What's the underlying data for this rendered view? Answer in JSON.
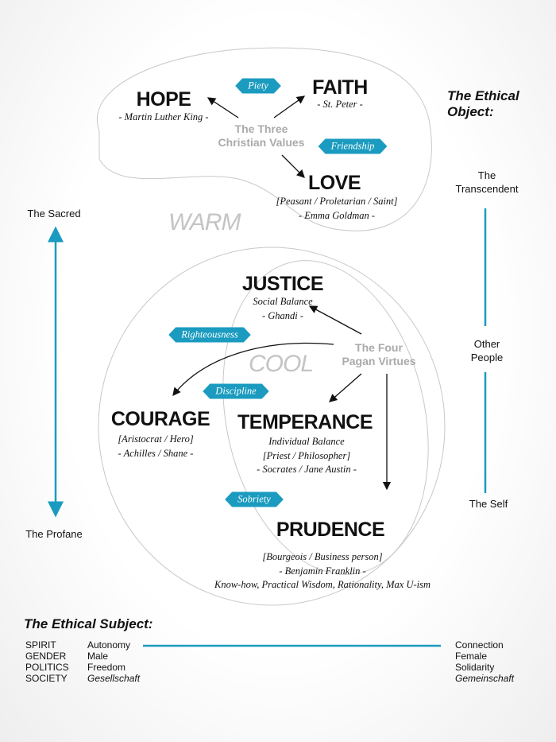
{
  "accent_color": "#1a9bbf",
  "christian": {
    "center": [
      "The Three",
      "Christian Values"
    ],
    "hope": {
      "title": "HOPE",
      "lines": [
        "- Martin Luther King -"
      ]
    },
    "faith": {
      "title": "FAITH",
      "lines": [
        "- St. Peter -"
      ]
    },
    "love": {
      "title": "LOVE",
      "lines": [
        "[Peasant / Proletarian / Saint]",
        "- Emma Goldman -"
      ]
    },
    "tags": [
      "Piety",
      "Friendship"
    ],
    "zone": "WARM"
  },
  "pagan": {
    "center": [
      "The Four",
      "Pagan Virtues"
    ],
    "justice": {
      "title": "JUSTICE",
      "lines": [
        "Social Balance",
        "- Ghandi -"
      ]
    },
    "courage": {
      "title": "COURAGE",
      "lines": [
        "[Aristocrat / Hero]",
        "- Achilles / Shane -"
      ]
    },
    "temperance": {
      "title": "TEMPERANCE",
      "lines": [
        "Individual Balance",
        "[Priest / Philosopher]",
        "- Socrates / Jane Austin -"
      ]
    },
    "prudence": {
      "title": "PRUDENCE",
      "lines": [
        "[Bourgeois / Business person]",
        "- Benjamin Franklin -",
        "Know-how, Practical Wisdom, Rationality, Max U-ism"
      ]
    },
    "tags": [
      "Righteousness",
      "Discipline",
      "Sobriety"
    ],
    "zone": "COOL"
  },
  "object": {
    "heading": [
      "The Ethical",
      "Object:"
    ],
    "transcendent": [
      "The",
      "Transcendent"
    ],
    "other": [
      "Other",
      "People"
    ],
    "self": "The Self"
  },
  "sacred_axis": {
    "top": "The Sacred",
    "bottom": "The Profane"
  },
  "subject": {
    "heading": "The Ethical Subject:",
    "rows": [
      {
        "label": "SPIRIT",
        "left": "Autonomy",
        "right": "Connection"
      },
      {
        "label": "GENDER",
        "left": "Male",
        "right": "Female"
      },
      {
        "label": "POLITICS",
        "left": "Freedom",
        "right": "Solidarity"
      },
      {
        "label": "SOCIETY",
        "left": "Gesellschaft",
        "right": "Gemeinschaft"
      }
    ]
  }
}
